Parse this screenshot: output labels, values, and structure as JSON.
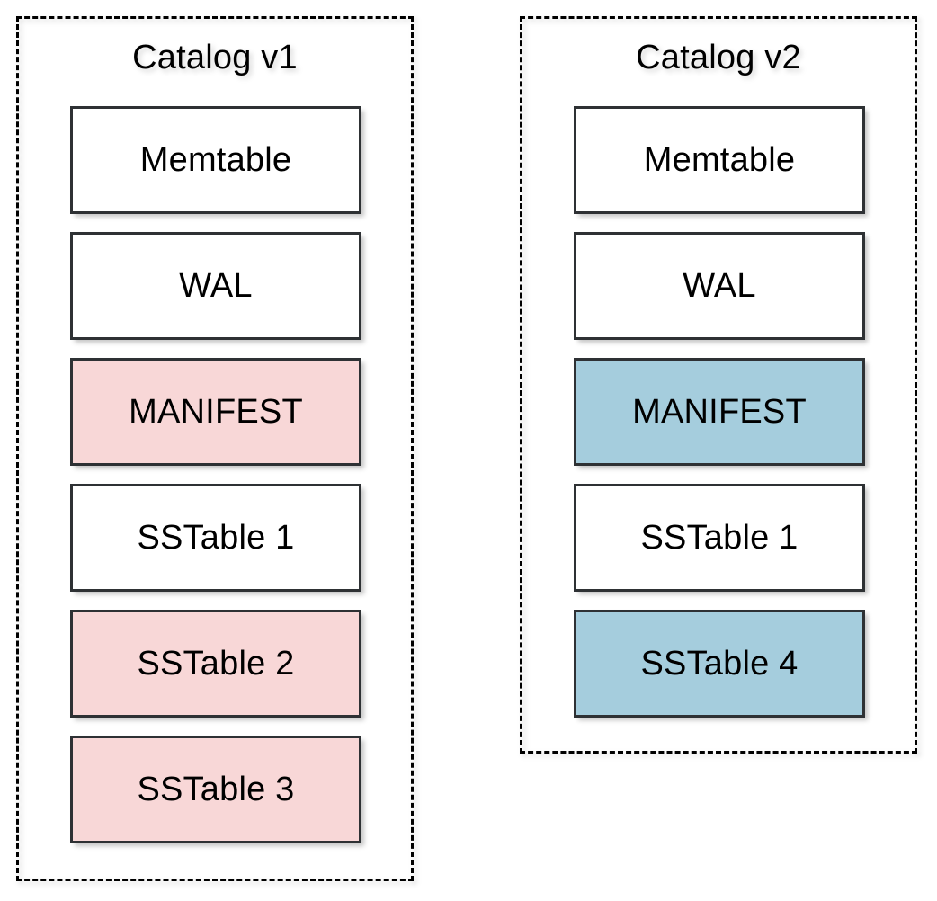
{
  "diagram": {
    "type": "comparison-stack-diagram",
    "background_color": "#FFFFFF",
    "palette": {
      "box_border": "#2E3134",
      "panel_border": "#000000",
      "fill_white": "#FFFFFF",
      "fill_pink": "#F8D7D7",
      "fill_blue": "#A5CDDD",
      "text": "#000000"
    },
    "panels": [
      {
        "id": "catalog-v1",
        "title": "Catalog v1",
        "items": [
          {
            "label": "Memtable",
            "fill": "white"
          },
          {
            "label": "WAL",
            "fill": "white"
          },
          {
            "label": "MANIFEST",
            "fill": "pink"
          },
          {
            "label": "SSTable 1",
            "fill": "white"
          },
          {
            "label": "SSTable 2",
            "fill": "pink"
          },
          {
            "label": "SSTable 3",
            "fill": "pink"
          }
        ]
      },
      {
        "id": "catalog-v2",
        "title": "Catalog v2",
        "items": [
          {
            "label": "Memtable",
            "fill": "white"
          },
          {
            "label": "WAL",
            "fill": "white"
          },
          {
            "label": "MANIFEST",
            "fill": "blue"
          },
          {
            "label": "SSTable 1",
            "fill": "white"
          },
          {
            "label": "SSTable 4",
            "fill": "blue"
          }
        ]
      }
    ]
  }
}
